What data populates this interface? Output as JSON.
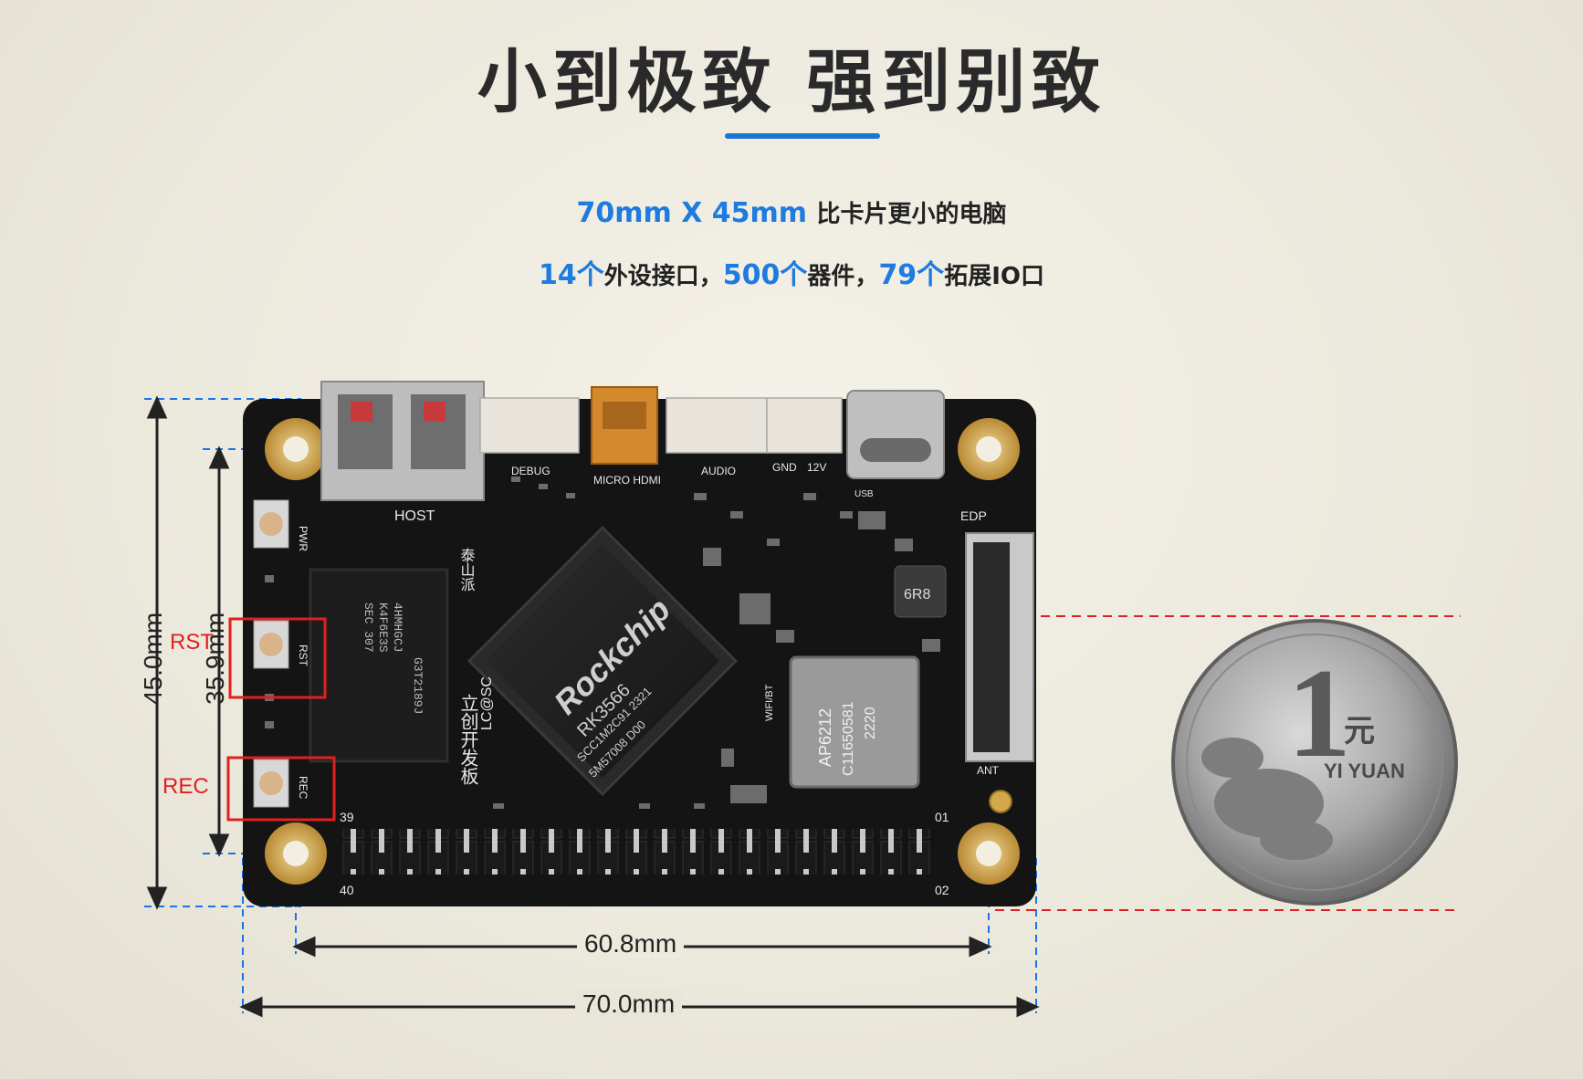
{
  "title": "小到极致  强到别致",
  "subtitle1": {
    "dims": "70mm X 45mm",
    "desc": "比卡片更小的电脑"
  },
  "subtitle2": {
    "n1": "14个",
    "t1": "外设接口，",
    "n2": "500个",
    "t2": "器件，",
    "n3": "79个",
    "t3": "拓展IO口"
  },
  "dimensions": {
    "height_outer": "45.0mm",
    "height_inner": "35.9mm",
    "width_inner": "60.8mm",
    "width_outer": "70.0mm"
  },
  "button_labels": {
    "rst": "RST",
    "rec": "REC"
  },
  "silkscreen": {
    "pwr": "PWR",
    "rst": "RST",
    "rec": "REC",
    "host": "HOST",
    "debug": "DEBUG",
    "micro_hdmi": "MICRO HDMI",
    "audio": "AUDIO",
    "gnd": "GND",
    "v12": "12V",
    "usb": "USB",
    "edp": "EDP",
    "ant": "ANT",
    "pin01": "01",
    "pin02": "02",
    "pin39": "39",
    "pin40": "40",
    "wifi_bt": "WIFI/BT",
    "brand_cn": "立创开发板",
    "taishan": "泰山派",
    "lcsc": "LC@SC"
  },
  "soc": {
    "brand": "Rockchip",
    "model": "RK3566",
    "line2": "SCC1M2C91 2321",
    "line3": "5M57008 D00"
  },
  "ram": {
    "line1": "SEC 307",
    "line2": "K4F6E3S",
    "line3": "4HMHGCJ",
    "line4": "G3T2189J"
  },
  "wifi": {
    "line1": "AP6212",
    "line2": "C11650581",
    "line3": "2220"
  },
  "inductor": "6R8",
  "coin": {
    "numeral": "1",
    "unit": "元",
    "text": "YI YUAN"
  },
  "colors": {
    "accent": "#1e7be0",
    "board": "#141414",
    "gold": "#c9a24a",
    "red": "#e02020",
    "dim_blue": "#1a73e8"
  }
}
